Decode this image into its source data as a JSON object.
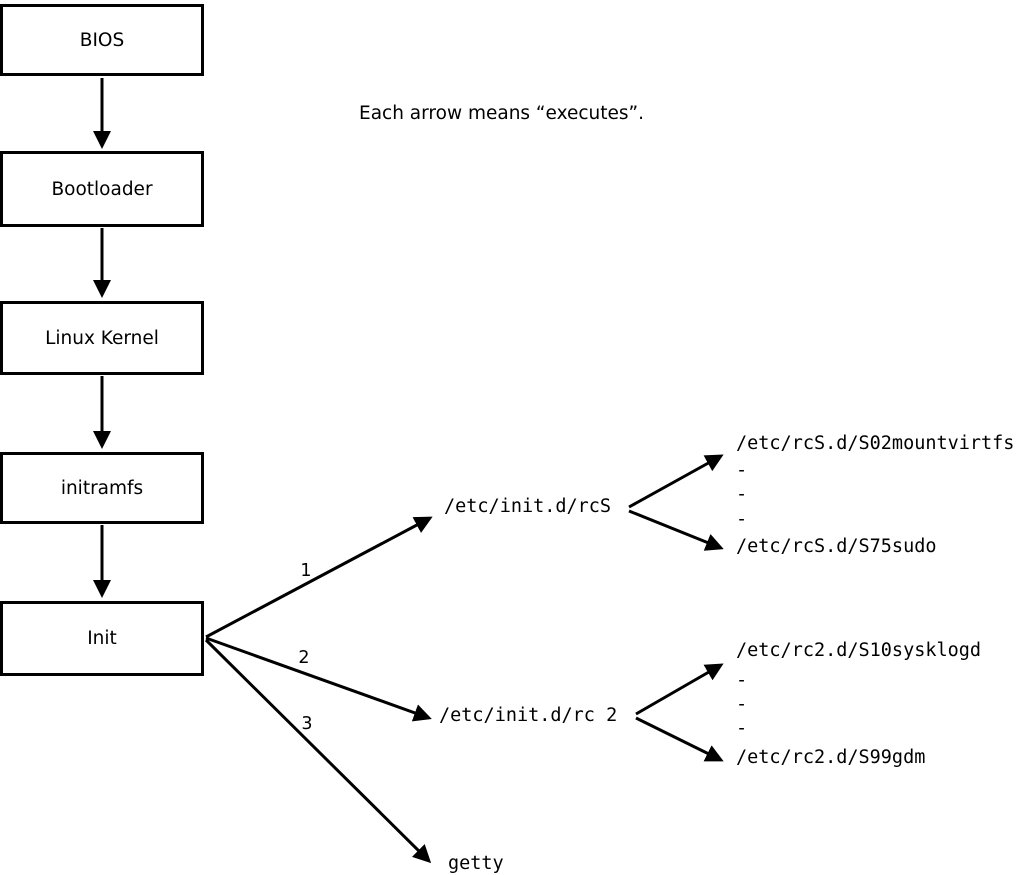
{
  "note": "Each arrow means “executes”.",
  "boot_sequence": {
    "boxes": [
      {
        "label": "BIOS"
      },
      {
        "label": "Bootloader"
      },
      {
        "label": "Linux Kernel"
      },
      {
        "label": "initramfs"
      },
      {
        "label": "Init"
      }
    ]
  },
  "init_execs": [
    {
      "order": "1",
      "target": "/etc/init.d/rcS"
    },
    {
      "order": "2",
      "target": "/etc/init.d/rc 2"
    },
    {
      "order": "3",
      "target": "getty"
    }
  ],
  "rcS_dir": {
    "first_script": "/etc/rcS.d/S02mountvirtfs",
    "gap_markers": [
      "-",
      "-",
      "-"
    ],
    "last_script": "/etc/rcS.d/S75sudo"
  },
  "rc2_dir": {
    "first_script": "/etc/rc2.d/S10sysklogd",
    "gap_markers": [
      "-",
      "-",
      "-"
    ],
    "last_script": "/etc/rc2.d/S99gdm"
  },
  "colors": {
    "line": "#000000",
    "background": "#ffffff",
    "box_fill": "#ffffff"
  }
}
